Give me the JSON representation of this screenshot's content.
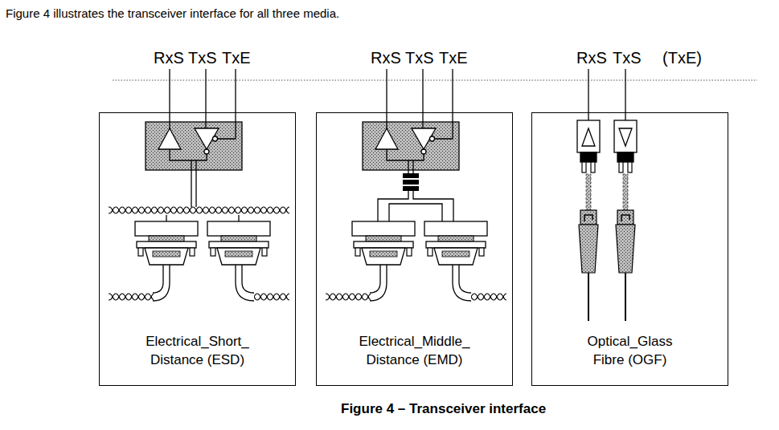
{
  "diagram": {
    "caption": "Figure 4 – Transceiver interface",
    "nodes": [
      {
        "text": [
          "Electrical_Short_ Distance (ESD)"
        ]
      },
      {
        "text": [
          "Electrical_Middle_ Distance (EMD)"
        ]
      },
      {
        "text": [
          "Optical_Glass Fibre (OGF)"
        ]
      }
    ],
    "labels": [
      "Figure 4 illustrates the transceiver interface for all three media.",
      "RxS",
      "TxS",
      "TxE",
      "RxS",
      "TxS",
      "TxE",
      "RxS",
      "TxS",
      "(TxE)"
    ]
  }
}
